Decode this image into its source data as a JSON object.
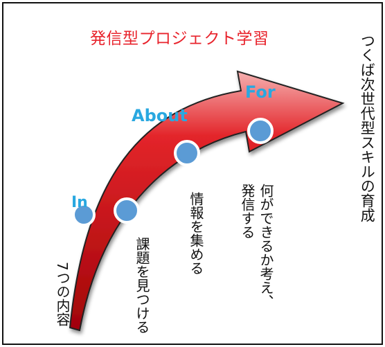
{
  "title": "発信型プロジェクト学習",
  "goal": "つくば次世代型スキルの育成",
  "stages": {
    "in": "In",
    "about": "About",
    "for": "For"
  },
  "steps": {
    "seven": "7つの内容",
    "issue": "課題を見つける",
    "info": "情報を集める",
    "think": "何ができるか考え、",
    "send": "発信する"
  },
  "colors": {
    "arrow": "#d40f12",
    "dot": "#5b9bd5",
    "stage_text": "#29a8e0",
    "title": "#e8232c"
  }
}
